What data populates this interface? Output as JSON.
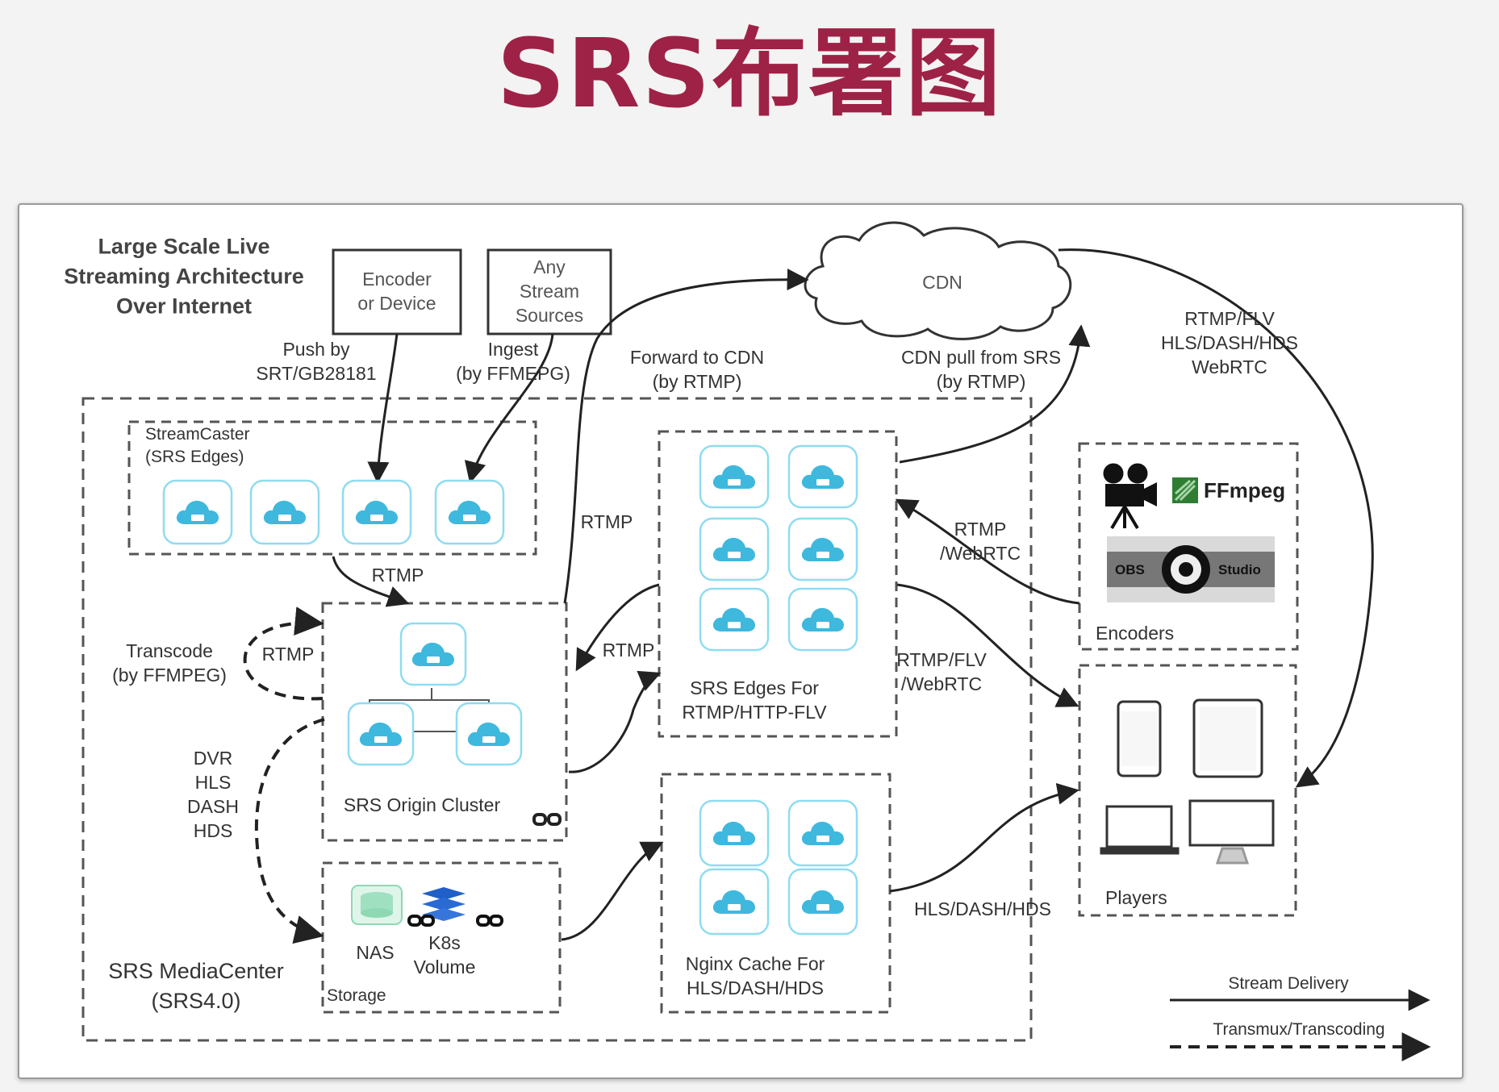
{
  "title": "SRS布署图",
  "labels": {
    "heading": "Large Scale Live\nStreaming Architecture\nOver Internet",
    "encoder": "Encoder\nor Device",
    "any_source": "Any\nStream\nSources",
    "cdn": "CDN",
    "push_by": "Push by\nSRT/GB28181",
    "ingest": "Ingest\n(by FFMEPG)",
    "forward_cdn": "Forward to CDN\n(by RTMP)",
    "cdn_pull": "CDN pull from SRS\n(by RTMP)",
    "rtmp_flv_hls": "RTMP/FLV\nHLS/DASH/HDS\nWebRTC",
    "streamcaster": "StreamCaster\n(SRS Edges)",
    "rtmp_caster": "RTMP",
    "rtmp_origin_cdn": "RTMP",
    "rtmp_origin_edges": "RTMP",
    "rtmp_webrtc_in": "RTMP\n/WebRTC",
    "rtmp_flv_webrtc_out": "RTMP/FLV\n/WebRTC",
    "transcode": "Transcode\n(by FFMPEG)",
    "rtmp_transcode": "RTMP",
    "dvr": "DVR\nHLS\nDASH\nHDS",
    "origin_cluster": "SRS Origin Cluster",
    "edges_for": "SRS Edges For\nRTMP/HTTP-FLV",
    "nginx_cache": "Nginx Cache For\nHLS/DASH/HDS",
    "hls_dash_hds": "HLS/DASH/HDS",
    "encoders": "Encoders",
    "players": "Players",
    "nas": "NAS",
    "k8s_volume": "K8s\nVolume",
    "storage": "Storage",
    "mediacenter": "SRS MediaCenter\n(SRS4.0)",
    "ffmpeg_logo": "FFmpeg",
    "obs_left": "OBS",
    "obs_right": "Studio"
  },
  "legend": {
    "stream_delivery": "Stream Delivery",
    "transmux": "Transmux/Transcoding"
  },
  "colors": {
    "title": "#9e2246",
    "node_border": "#8fdcf0",
    "node_icon": "#3fb8de",
    "line": "#222222",
    "dashed_border": "#555555"
  }
}
